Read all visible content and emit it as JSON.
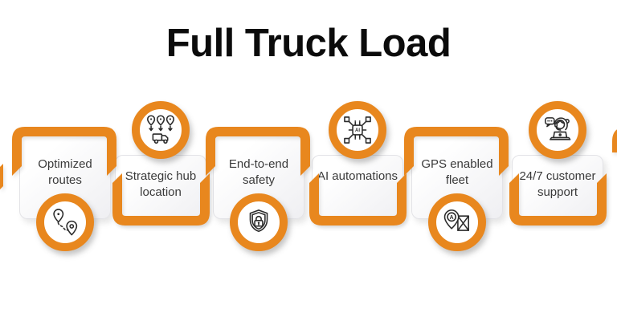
{
  "title": "Full Truck Load",
  "colors": {
    "accent": "#E8871E",
    "card_border": "#e3e3e7",
    "label_text": "#3a3a3a",
    "title_text": "#0b0b0b",
    "icon_stroke": "#2b2b2b"
  },
  "items": [
    {
      "label": "Optimized routes",
      "icon": "route-pins-icon",
      "icon_position": "bottom"
    },
    {
      "label": "Strategic hub location",
      "icon": "hub-pins-truck-icon",
      "icon_position": "top"
    },
    {
      "label": "End-to-end safety",
      "icon": "shield-lock-icon",
      "icon_position": "bottom"
    },
    {
      "label": "AI automations",
      "icon": "ai-chip-icon",
      "icon_position": "top"
    },
    {
      "label": "GPS enabled fleet",
      "icon": "gps-pin-map-icon",
      "icon_position": "bottom"
    },
    {
      "label": "24/7 customer support",
      "icon": "headset-agent-icon",
      "icon_position": "top"
    }
  ]
}
